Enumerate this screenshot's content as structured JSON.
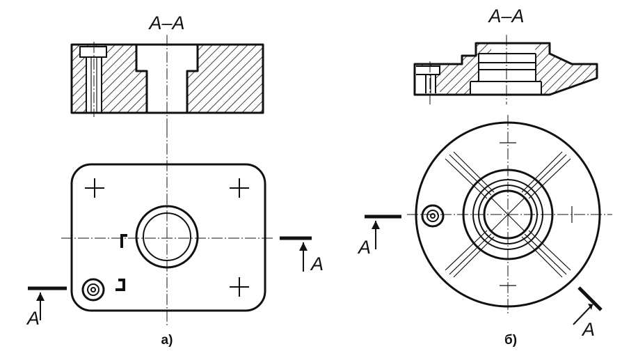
{
  "views": {
    "a": {
      "section_title": "A–A",
      "caption": "а)",
      "cut_label_left": "A",
      "cut_label_right": "A"
    },
    "b": {
      "section_title": "A–A",
      "caption": "б)",
      "cut_label_left": "A",
      "cut_label_right": "A"
    }
  }
}
